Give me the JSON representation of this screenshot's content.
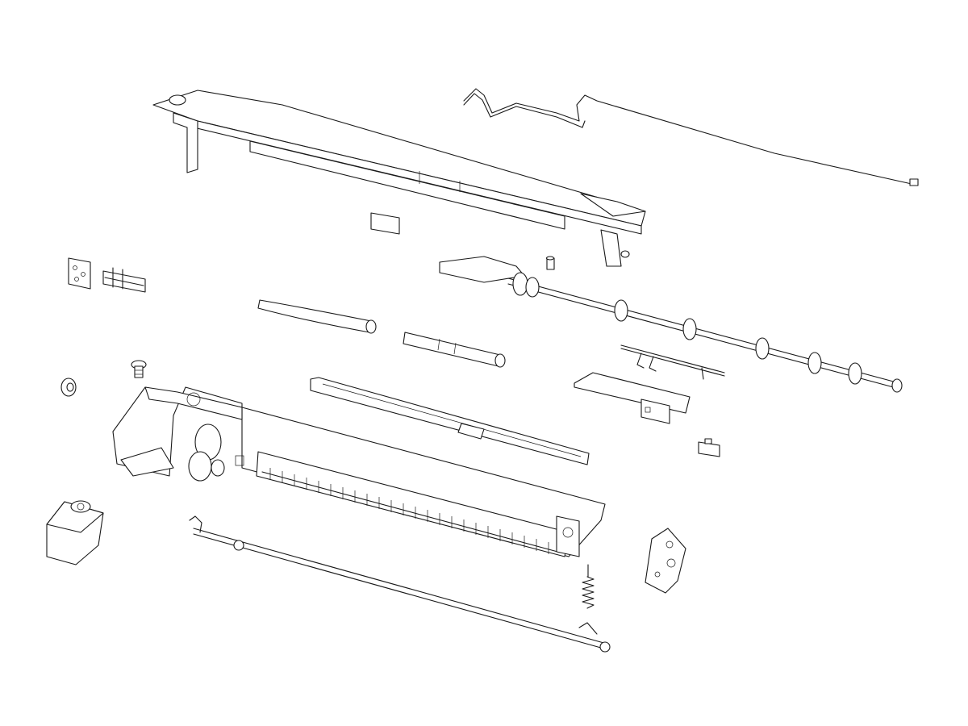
{
  "diagram": {
    "type": "exploded-parts-diagram",
    "line_color": "#1a1a1a",
    "background": "#ffffff",
    "parts": [
      "top-cover-bar",
      "wire-harness",
      "label-plate",
      "small-bracket",
      "connector-clip",
      "pickup-shaft",
      "left-roller",
      "middle-roller",
      "screw",
      "washer",
      "guide-plate",
      "sensor-actuator",
      "sensor-bracket",
      "small-connector",
      "lower-frame",
      "motor-block",
      "link-rod",
      "spring",
      "side-bracket"
    ]
  }
}
